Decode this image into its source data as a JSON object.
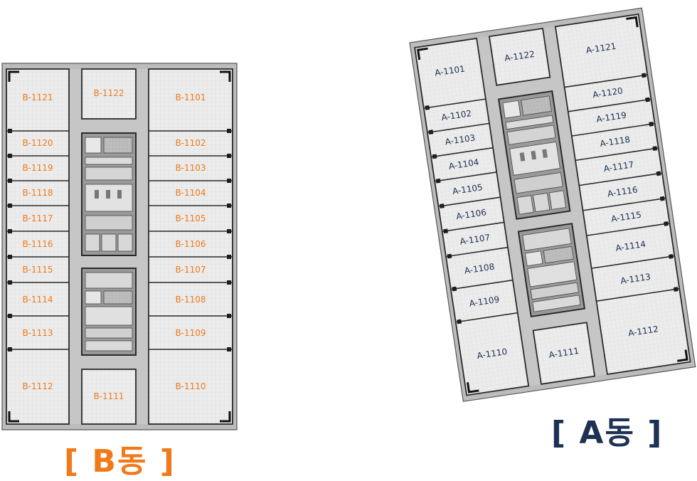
{
  "colors": {
    "b_text": "#f07a1a",
    "a_text": "#1c3154"
  },
  "building_b": {
    "caption": "[ B동 ]",
    "left_units": [
      "B-1121",
      "B-1120",
      "B-1119",
      "B-1118",
      "B-1117",
      "B-1116",
      "B-1115",
      "B-1114",
      "B-1113",
      "B-1112"
    ],
    "top_center": "B-1122",
    "bottom_center": "B-1111",
    "right_units": [
      "B-1101",
      "B-1102",
      "B-1103",
      "B-1104",
      "B-1105",
      "B-1106",
      "B-1107",
      "B-1108",
      "B-1109",
      "B-1110"
    ]
  },
  "building_a": {
    "caption": "[ A동 ]",
    "left_units": [
      "A-1101",
      "A-1102",
      "A-1103",
      "A-1104",
      "A-1105",
      "A-1106",
      "A-1107",
      "A-1108",
      "A-1109",
      "A-1110"
    ],
    "top_center": "A-1122",
    "bottom_center": "A-1111",
    "right_units": [
      "A-1121",
      "A-1120",
      "A-1119",
      "A-1118",
      "A-1117",
      "A-1116",
      "A-1115",
      "A-1114",
      "A-1113",
      "A-1112"
    ]
  }
}
